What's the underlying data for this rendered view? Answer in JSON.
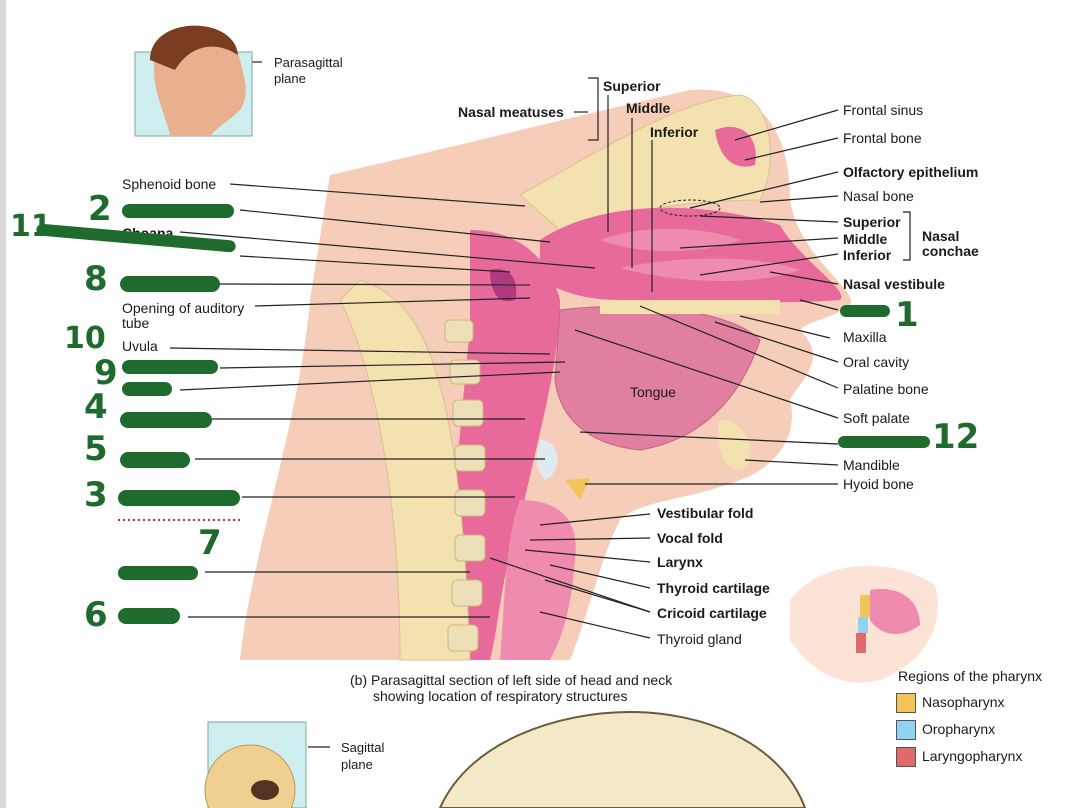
{
  "head_thumb": {
    "label_line1": "Parasagittal",
    "label_line2": "plane"
  },
  "skull_thumb": {
    "label_line1": "Sagittal",
    "label_line2": "plane"
  },
  "meatuses": {
    "title": "Nasal meatuses",
    "superior": "Superior",
    "middle": "Middle",
    "inferior": "Inferior"
  },
  "left_labels": {
    "sphenoid_bone": "Sphenoid bone",
    "choana": "Choana",
    "opening_auditory_tube_1": "Opening of auditory",
    "opening_auditory_tube_2": "tube",
    "uvula": "Uvula"
  },
  "right_labels": {
    "frontal_sinus": "Frontal sinus",
    "frontal_bone": "Frontal bone",
    "olfactory_epithelium": "Olfactory epithelium",
    "nasal_bone": "Nasal bone",
    "conchae_superior": "Superior",
    "conchae_middle": "Middle",
    "conchae_inferior": "Inferior",
    "nasal_conchae_1": "Nasal",
    "nasal_conchae_2": "conchae",
    "nasal_vestibule": "Nasal vestibule",
    "maxilla": "Maxilla",
    "oral_cavity": "Oral cavity",
    "palatine_bone": "Palatine bone",
    "soft_palate": "Soft palate",
    "mandible": "Mandible",
    "hyoid_bone": "Hyoid bone",
    "vestibular_fold": "Vestibular fold",
    "vocal_fold": "Vocal fold",
    "larynx": "Larynx",
    "thyroid_cartilage": "Thyroid cartilage",
    "cricoid_cartilage": "Cricoid cartilage",
    "thyroid_gland": "Thyroid gland"
  },
  "center": {
    "tongue": "Tongue"
  },
  "caption": {
    "line1": "(b) Parasagittal section of left side of head and neck",
    "line2": "showing location of respiratory structures"
  },
  "legend": {
    "title": "Regions of the pharynx",
    "items": [
      {
        "label": "Nasopharynx",
        "color": "#f2c45a"
      },
      {
        "label": "Oropharynx",
        "color": "#8fd3f0"
      },
      {
        "label": "Laryngopharynx",
        "color": "#e06a6a"
      }
    ]
  },
  "handwritten": {
    "n2": "2",
    "n11": "11",
    "n8": "8",
    "n10": "10",
    "n9": "9",
    "n4": "4",
    "n5": "5",
    "n3": "3",
    "n7": "7",
    "n6": "6",
    "n1": "1",
    "n12": "12"
  },
  "colors": {
    "ink": "#1f6b2e",
    "tissue": "#e86a9a",
    "bone": "#f3e2b0",
    "skin": "#f6cdb8"
  }
}
